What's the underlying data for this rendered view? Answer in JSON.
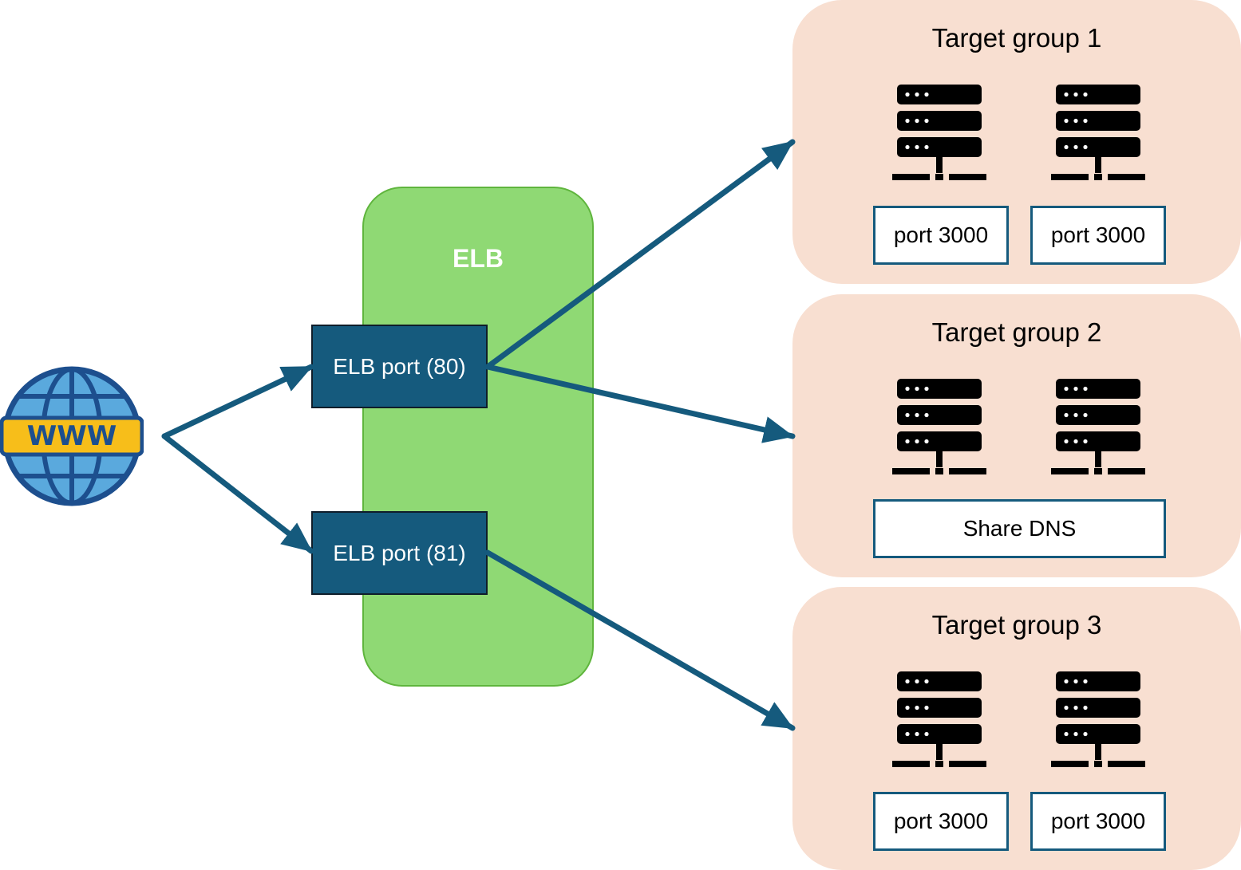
{
  "elb": {
    "title": "ELB",
    "ports": [
      {
        "label": "ELB port (80)"
      },
      {
        "label": "ELB port (81)"
      }
    ]
  },
  "internet": {
    "icon": "globe-www-icon",
    "label": "WWW"
  },
  "target_groups": [
    {
      "title": "Target group 1",
      "ports": [
        "port 3000",
        "port 3000"
      ]
    },
    {
      "title": "Target group 2",
      "shared_label": "Share DNS"
    },
    {
      "title": "Target group 3",
      "ports": [
        "port 3000",
        "port 3000"
      ]
    }
  ],
  "colors": {
    "arrow": "#155a7d",
    "elb_fill": "#8fd974",
    "port_fill": "#155a7d",
    "target_group_fill": "#f8dfd1",
    "globe_yellow": "#f7be1a"
  }
}
